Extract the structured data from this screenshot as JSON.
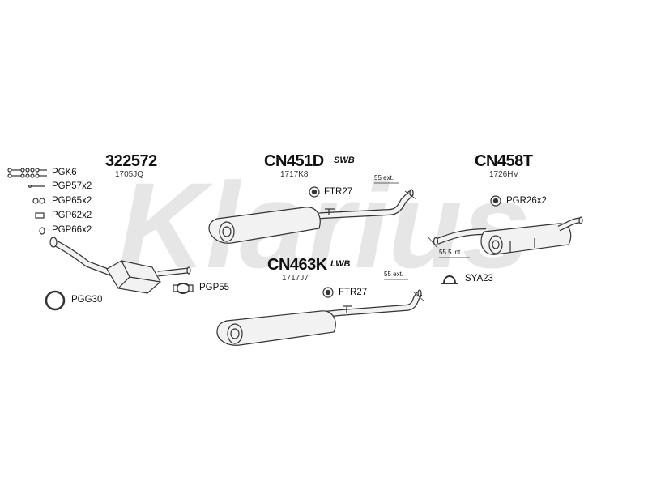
{
  "brand": {
    "watermark": "Klarius"
  },
  "groups": {
    "left": {
      "part_number": "322572",
      "sub_code": "1705JQ",
      "fittings": [
        "PGK6",
        "PGP57x2",
        "PGP65x2",
        "PGP62x2",
        "PGP66x2"
      ],
      "clamp_label": "PGP55",
      "gasket_label": "PGG30"
    },
    "middle_swb": {
      "part_number": "CN451D",
      "variant": "SWB",
      "sub_code": "1717K8",
      "ext_note": "55 ext.",
      "mount_label": "FTR27"
    },
    "middle_lwb": {
      "part_number": "CN463K",
      "variant": "LWB",
      "sub_code": "1717J7",
      "ext_note": "55 ext.",
      "mount_label": "FTR27"
    },
    "right": {
      "part_number": "CN458T",
      "sub_code": "1726HV",
      "int_note": "55.5 int.",
      "mount_label": "PGR26x2",
      "clamp_label": "SYA23"
    }
  },
  "colors": {
    "watermark": "#e6e6e6",
    "pipe_fill": "#f2f2f2",
    "pipe_stroke": "#333333",
    "text": "#111111"
  }
}
